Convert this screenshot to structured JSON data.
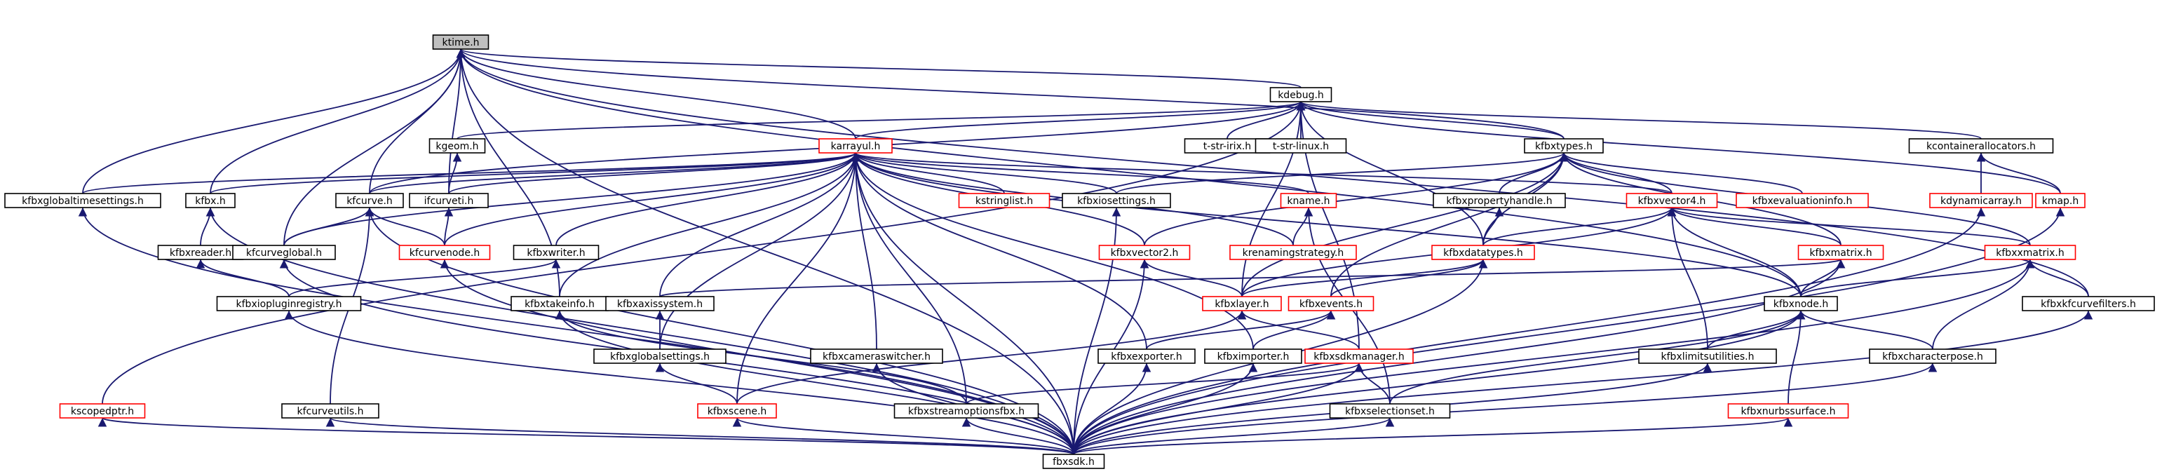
{
  "title": "",
  "colors": {
    "edge": "#191970",
    "border_normal": "#000000",
    "border_truncated": "#ff0000",
    "highlight_fill": "#bfbfbf",
    "node_fill": "#ffffff"
  },
  "nodes": [
    {
      "id": "ktime",
      "label": "ktime.h",
      "style": "highlight"
    },
    {
      "id": "kdebug",
      "label": "kdebug.h",
      "style": "normal"
    },
    {
      "id": "kgeom",
      "label": "kgeom.h",
      "style": "normal"
    },
    {
      "id": "karrayul",
      "label": "karrayul.h",
      "style": "truncated"
    },
    {
      "id": "tstririx",
      "label": "t-str-irix.h",
      "style": "normal"
    },
    {
      "id": "tstrlinux",
      "label": "t-str-linux.h",
      "style": "normal"
    },
    {
      "id": "kfbxtypes",
      "label": "kfbxtypes.h",
      "style": "normal"
    },
    {
      "id": "kcontainerallocators",
      "label": "kcontainerallocators.h",
      "style": "normal"
    },
    {
      "id": "kfbxglobaltimesettings",
      "label": "kfbxglobaltimesettings.h",
      "style": "normal"
    },
    {
      "id": "kfbx",
      "label": "kfbx.h",
      "style": "normal"
    },
    {
      "id": "kfcurve",
      "label": "kfcurve.h",
      "style": "normal"
    },
    {
      "id": "ifcurveti",
      "label": "ifcurveti.h",
      "style": "normal"
    },
    {
      "id": "kstringlist",
      "label": "kstringlist.h",
      "style": "truncated"
    },
    {
      "id": "kfbxiosettings",
      "label": "kfbxiosettings.h",
      "style": "normal"
    },
    {
      "id": "kname",
      "label": "kname.h",
      "style": "truncated"
    },
    {
      "id": "kfbxpropertyhandle",
      "label": "kfbxpropertyhandle.h",
      "style": "normal"
    },
    {
      "id": "kfbxvector4",
      "label": "kfbxvector4.h",
      "style": "truncated"
    },
    {
      "id": "kfbxevaluationinfo",
      "label": "kfbxevaluationinfo.h",
      "style": "truncated"
    },
    {
      "id": "kdynamicarray",
      "label": "kdynamicarray.h",
      "style": "truncated"
    },
    {
      "id": "kmap",
      "label": "kmap.h",
      "style": "truncated"
    },
    {
      "id": "kfbxreader",
      "label": "kfbxreader.h",
      "style": "normal"
    },
    {
      "id": "kfcurveglobal",
      "label": "kfcurveglobal.h",
      "style": "normal"
    },
    {
      "id": "kfcurvenode",
      "label": "kfcurvenode.h",
      "style": "truncated"
    },
    {
      "id": "kfbxwriter",
      "label": "kfbxwriter.h",
      "style": "normal"
    },
    {
      "id": "kfbxvector2",
      "label": "kfbxvector2.h",
      "style": "truncated"
    },
    {
      "id": "krenamingstrategy",
      "label": "krenamingstrategy.h",
      "style": "truncated"
    },
    {
      "id": "kfbxdatatypes",
      "label": "kfbxdatatypes.h",
      "style": "truncated"
    },
    {
      "id": "kfbxmatrix",
      "label": "kfbxmatrix.h",
      "style": "truncated"
    },
    {
      "id": "kfbxxmatrix",
      "label": "kfbxxmatrix.h",
      "style": "truncated"
    },
    {
      "id": "kfbxiopluginregistry",
      "label": "kfbxiopluginregistry.h",
      "style": "normal"
    },
    {
      "id": "kfbxtakeinfo",
      "label": "kfbxtakeinfo.h",
      "style": "normal"
    },
    {
      "id": "kfbxaxissystem",
      "label": "kfbxaxissystem.h",
      "style": "normal"
    },
    {
      "id": "kfbxlayer",
      "label": "kfbxlayer.h",
      "style": "truncated"
    },
    {
      "id": "kfbxevents",
      "label": "kfbxevents.h",
      "style": "truncated"
    },
    {
      "id": "kfbxnode",
      "label": "kfbxnode.h",
      "style": "normal"
    },
    {
      "id": "kfbxkfcurvefilters",
      "label": "kfbxkfcurvefilters.h",
      "style": "normal"
    },
    {
      "id": "kfbxglobalsettings",
      "label": "kfbxglobalsettings.h",
      "style": "normal"
    },
    {
      "id": "kfbxcameraswitcher",
      "label": "kfbxcameraswitcher.h",
      "style": "normal"
    },
    {
      "id": "kfbxexporter",
      "label": "kfbxexporter.h",
      "style": "normal"
    },
    {
      "id": "kfbximporter",
      "label": "kfbximporter.h",
      "style": "normal"
    },
    {
      "id": "kfbxsdkmanager",
      "label": "kfbxsdkmanager.h",
      "style": "truncated"
    },
    {
      "id": "kfbxlimitsutilities",
      "label": "kfbxlimitsutilities.h",
      "style": "normal"
    },
    {
      "id": "kfbxcharacterpose",
      "label": "kfbxcharacterpose.h",
      "style": "normal"
    },
    {
      "id": "kscopedptr",
      "label": "kscopedptr.h",
      "style": "truncated"
    },
    {
      "id": "kfcurveutils",
      "label": "kfcurveutils.h",
      "style": "normal"
    },
    {
      "id": "kfbxscene",
      "label": "kfbxscene.h",
      "style": "truncated"
    },
    {
      "id": "kfbxstreamoptionsfbx",
      "label": "kfbxstreamoptionsfbx.h",
      "style": "normal"
    },
    {
      "id": "kfbxselectionset",
      "label": "kfbxselectionset.h",
      "style": "normal"
    },
    {
      "id": "kfbxnurbssurface",
      "label": "kfbxnurbssurface.h",
      "style": "truncated"
    },
    {
      "id": "fbxsdk",
      "label": "fbxsdk.h",
      "style": "normal"
    }
  ],
  "edges": [
    [
      "kdebug",
      "ktime"
    ],
    [
      "karrayul",
      "ktime"
    ],
    [
      "kfbxtypes",
      "ktime"
    ],
    [
      "kfbxglobaltimesettings",
      "ktime"
    ],
    [
      "kfbx",
      "ktime"
    ],
    [
      "kfcurve",
      "ktime"
    ],
    [
      "ifcurveti",
      "ktime"
    ],
    [
      "kfcurveglobal",
      "ktime"
    ],
    [
      "kfbxtakeinfo",
      "ktime"
    ],
    [
      "kfbxnode",
      "ktime"
    ],
    [
      "kfbxkfcurvefilters",
      "ktime"
    ],
    [
      "fbxsdk",
      "ktime"
    ],
    [
      "kgeom",
      "kdebug"
    ],
    [
      "karrayul",
      "kdebug"
    ],
    [
      "tstririx",
      "kdebug"
    ],
    [
      "tstrlinux",
      "kdebug"
    ],
    [
      "kfbxtypes",
      "kdebug"
    ],
    [
      "kcontainerallocators",
      "kdebug"
    ],
    [
      "kfcurve",
      "kdebug"
    ],
    [
      "kscopedptr",
      "kdebug"
    ],
    [
      "kfbxdatatypes",
      "kdebug"
    ],
    [
      "kfbxlayer",
      "kdebug"
    ],
    [
      "kfbxsdkmanager",
      "kdebug"
    ],
    [
      "kmap",
      "kdebug"
    ],
    [
      "ifcurveti",
      "kgeom"
    ],
    [
      "kfbxglobaltimesettings",
      "karrayul"
    ],
    [
      "kfbx",
      "karrayul"
    ],
    [
      "kfcurve",
      "karrayul"
    ],
    [
      "ifcurveti",
      "karrayul"
    ],
    [
      "kstringlist",
      "karrayul"
    ],
    [
      "kfbxiosettings",
      "karrayul"
    ],
    [
      "kname",
      "karrayul"
    ],
    [
      "kfbxvector4",
      "karrayul"
    ],
    [
      "kfcurveglobal",
      "karrayul"
    ],
    [
      "kfcurvenode",
      "karrayul"
    ],
    [
      "kfbxwriter",
      "karrayul"
    ],
    [
      "kfbxvector2",
      "karrayul"
    ],
    [
      "krenamingstrategy",
      "karrayul"
    ],
    [
      "kfbxtakeinfo",
      "karrayul"
    ],
    [
      "kfbxaxissystem",
      "karrayul"
    ],
    [
      "kfbxglobalsettings",
      "karrayul"
    ],
    [
      "kfbxcameraswitcher",
      "karrayul"
    ],
    [
      "kfbxexporter",
      "karrayul"
    ],
    [
      "kfbximporter",
      "karrayul"
    ],
    [
      "kfbxscene",
      "karrayul"
    ],
    [
      "kfbxstreamoptionsfbx",
      "karrayul"
    ],
    [
      "kfbxnode",
      "karrayul"
    ],
    [
      "fbxsdk",
      "karrayul"
    ],
    [
      "kfbxiosettings",
      "kfbxtypes"
    ],
    [
      "kfbxpropertyhandle",
      "kfbxtypes"
    ],
    [
      "kfbxvector4",
      "kfbxtypes"
    ],
    [
      "kfbxevaluationinfo",
      "kfbxtypes"
    ],
    [
      "kfbxdatatypes",
      "kfbxtypes"
    ],
    [
      "kfbxmatrix",
      "kfbxtypes"
    ],
    [
      "kfbxxmatrix",
      "kfbxtypes"
    ],
    [
      "kfbxlayer",
      "kfbxtypes"
    ],
    [
      "kfbxevents",
      "kfbxtypes"
    ],
    [
      "kfbxvector2",
      "kfbxtypes"
    ],
    [
      "kdynamicarray",
      "kcontainerallocators"
    ],
    [
      "kmap",
      "kcontainerallocators"
    ],
    [
      "kfbxreader",
      "kfbx"
    ],
    [
      "fbxsdk",
      "kfbx"
    ],
    [
      "kfcurvenode",
      "kfcurve"
    ],
    [
      "kfcurveutils",
      "kfcurve"
    ],
    [
      "fbxsdk",
      "kfcurve"
    ],
    [
      "kfcurveglobal",
      "kfcurve"
    ],
    [
      "kfcurvenode",
      "ifcurveti"
    ],
    [
      "krenamingstrategy",
      "kname"
    ],
    [
      "kfbxselectionset",
      "kname"
    ],
    [
      "kfbxdatatypes",
      "kfbxpropertyhandle"
    ],
    [
      "kfbxdatatypes",
      "kfbxvector4"
    ],
    [
      "kfbxmatrix",
      "kfbxvector4"
    ],
    [
      "kfbxxmatrix",
      "kfbxvector4"
    ],
    [
      "kfbxnode",
      "kfbxvector4"
    ],
    [
      "kfbxlimitsutilities",
      "kfbxvector4"
    ],
    [
      "kfbxlayer",
      "kfbxvector4"
    ],
    [
      "fbxsdk",
      "kdynamicarray"
    ],
    [
      "fbxsdk",
      "kmap"
    ],
    [
      "kfbxiopluginregistry",
      "kfbxreader"
    ],
    [
      "kfbxiopluginregistry",
      "kfbxwriter"
    ],
    [
      "fbxsdk",
      "kfcurveglobal"
    ],
    [
      "fbxsdk",
      "kfcurvenode"
    ],
    [
      "kfbxlayer",
      "kfbxvector2"
    ],
    [
      "fbxsdk",
      "kfbxvector2"
    ],
    [
      "kfbxlayer",
      "kfbxdatatypes"
    ],
    [
      "kfbxevents",
      "kfbxdatatypes"
    ],
    [
      "kfbxnode",
      "kfbxmatrix"
    ],
    [
      "kfbxaxissystem",
      "kfbxmatrix"
    ],
    [
      "fbxsdk",
      "kfbxmatrix"
    ],
    [
      "kfbxnode",
      "kfbxxmatrix"
    ],
    [
      "kfbxcharacterpose",
      "kfbxxmatrix"
    ],
    [
      "kfbxkfcurvefilters",
      "kfbxxmatrix"
    ],
    [
      "fbxsdk",
      "kfbxxmatrix"
    ],
    [
      "kfbxglobalsettings",
      "kfbxaxissystem"
    ],
    [
      "kfbxsdkmanager",
      "kfbxlayer"
    ],
    [
      "kfbxscene",
      "kfbxlayer"
    ],
    [
      "kfbxexporter",
      "kfbxevents"
    ],
    [
      "kfbximporter",
      "kfbxevents"
    ],
    [
      "kfbxlimitsutilities",
      "kfbxnode"
    ],
    [
      "kfbxcharacterpose",
      "kfbxnode"
    ],
    [
      "kfbxnurbssurface",
      "kfbxnode"
    ],
    [
      "kfbxselectionset",
      "kfbxnode"
    ],
    [
      "fbxsdk",
      "kfbxnode"
    ],
    [
      "kfbxscene",
      "kfbxglobalsettings"
    ],
    [
      "kfbxstreamoptionsfbx",
      "kfbxsdkmanager"
    ],
    [
      "kfbxselectionset",
      "kfbxsdkmanager"
    ],
    [
      "fbxsdk",
      "kfbxsdkmanager"
    ],
    [
      "kfbxstreamoptionsfbx",
      "kfbxtakeinfo"
    ],
    [
      "fbxsdk",
      "kfbxiopluginregistry"
    ],
    [
      "fbxsdk",
      "kfbxtakeinfo"
    ],
    [
      "fbxsdk",
      "kfbxglobaltimesettings"
    ],
    [
      "fbxsdk",
      "kscopedptr"
    ],
    [
      "fbxsdk",
      "kfcurveutils"
    ],
    [
      "fbxsdk",
      "kfbxscene"
    ],
    [
      "fbxsdk",
      "kfbxstreamoptionsfbx"
    ],
    [
      "fbxsdk",
      "kfbxcameraswitcher"
    ],
    [
      "fbxsdk",
      "kfbxexporter"
    ],
    [
      "fbxsdk",
      "kfbximporter"
    ],
    [
      "fbxsdk",
      "kfbxselectionset"
    ],
    [
      "fbxsdk",
      "kfbxlimitsutilities"
    ],
    [
      "fbxsdk",
      "kfbxnurbssurface"
    ],
    [
      "fbxsdk",
      "kfbxcharacterpose"
    ],
    [
      "fbxsdk",
      "kfbxkfcurvefilters"
    ],
    [
      "fbxsdk",
      "kfbxiosettings"
    ],
    [
      "fbxsdk",
      "kfbxdatatypes"
    ]
  ]
}
